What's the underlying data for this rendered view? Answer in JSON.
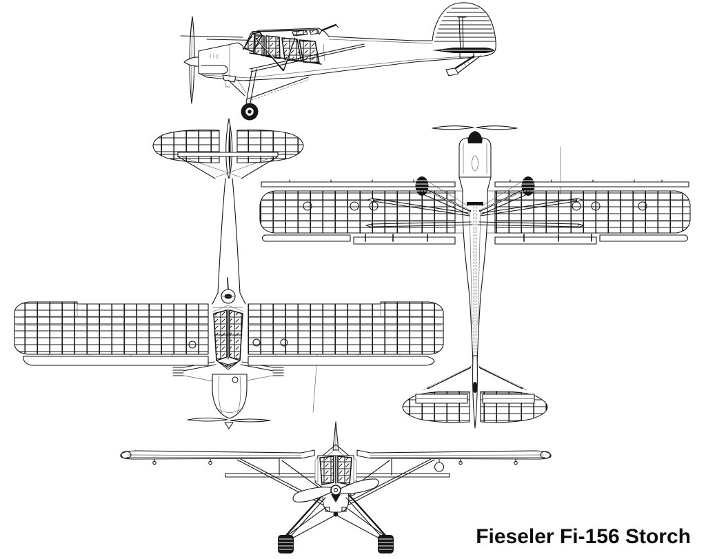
{
  "title": {
    "text": "Fieseler Fi-156 Storch"
  },
  "palette": {
    "ink": "#161616",
    "paper": "#ffffff"
  },
  "views": [
    {
      "id": "side-view"
    },
    {
      "id": "plan-view-nose-down"
    },
    {
      "id": "plan-view-nose-up"
    },
    {
      "id": "front-view"
    }
  ]
}
